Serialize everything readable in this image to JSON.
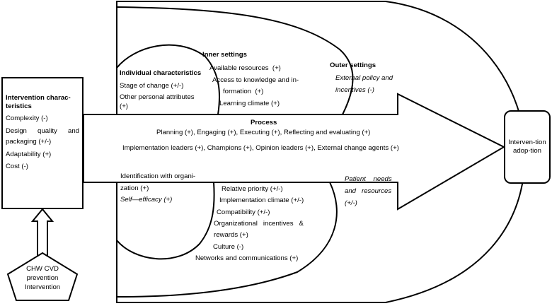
{
  "intervention_characteristics": {
    "title_line1": "Intervention charac-",
    "title_line2": "teristics",
    "complexity": "Complexity (-)",
    "design_line1": "Design     quality     and",
    "design_line2": "packaging (+/-)",
    "adaptability": "Adaptability (+)",
    "cost": "Cost (-)"
  },
  "individual_characteristics": {
    "title": "Individual characteristics",
    "stage_of_change": "Stage of change (+/-)",
    "other_line1": "Other personal attributes",
    "other_line2": "(+)",
    "identification_line1": "Identification with organi-",
    "identification_line2": "zation (+)",
    "self_efficacy": "Self—efficacy (+)"
  },
  "inner_settings": {
    "title": "Inner settings",
    "available_resources": "Available resources  (+)",
    "access_line1": "Access to knowledge and in-",
    "access_line2": "formation  (+)",
    "learning_climate": "Learning climate (+)",
    "relative_priority": "Relative priority (+/-)",
    "implementation_climate": "Implementation climate (+/-)",
    "compatibility": "Compatibility (+/-)",
    "incentives_line1": "Organizational   incentives   &",
    "incentives_line2": "rewards (+)",
    "culture": "Culture (-)",
    "networks": "Networks and communications (+)"
  },
  "outer_settings": {
    "title": "Outer settings",
    "policy_line1": "External policy and",
    "policy_line2": "incentives (-)",
    "patient_line1": "Patient    needs",
    "patient_line2": "and   resources",
    "patient_line3": "(+/-)"
  },
  "process": {
    "title": "Process",
    "line1": "Planning (+), Engaging (+), Executing (+), Reflecting and evaluating (+)",
    "line2": "Implementation leaders (+), Champions (+), Opinion leaders (+), External change agents (+)"
  },
  "outcome": {
    "label": "Interven-tion adop-tion"
  },
  "source": {
    "line1": "CHW CVD",
    "line2": "prevention",
    "line3": "Intervention"
  }
}
